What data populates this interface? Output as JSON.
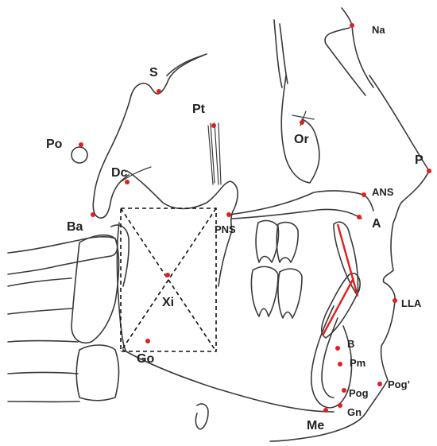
{
  "colors": {
    "line": "#3a3a3a",
    "landmark": "#e0201a",
    "label": "#222222"
  },
  "landmarks": [
    {
      "key": "na",
      "label": "Na"
    },
    {
      "key": "s",
      "label": "S"
    },
    {
      "key": "pt",
      "label": "Pt"
    },
    {
      "key": "po",
      "label": "Po"
    },
    {
      "key": "or",
      "label": "Or"
    },
    {
      "key": "dc",
      "label": "Dc"
    },
    {
      "key": "p",
      "label": "P"
    },
    {
      "key": "ans",
      "label": "ANS"
    },
    {
      "key": "ba",
      "label": "Ba"
    },
    {
      "key": "a",
      "label": "A"
    },
    {
      "key": "pns",
      "label": "PNS"
    },
    {
      "key": "xi",
      "label": "Xi"
    },
    {
      "key": "lla",
      "label": "LLA"
    },
    {
      "key": "b",
      "label": "B"
    },
    {
      "key": "go",
      "label": "Go"
    },
    {
      "key": "pm",
      "label": "Pm"
    },
    {
      "key": "pog_soft",
      "label": "Pog’"
    },
    {
      "key": "pog",
      "label": "Pog"
    },
    {
      "key": "gn",
      "label": "Gn"
    },
    {
      "key": "me",
      "label": "Me"
    }
  ]
}
